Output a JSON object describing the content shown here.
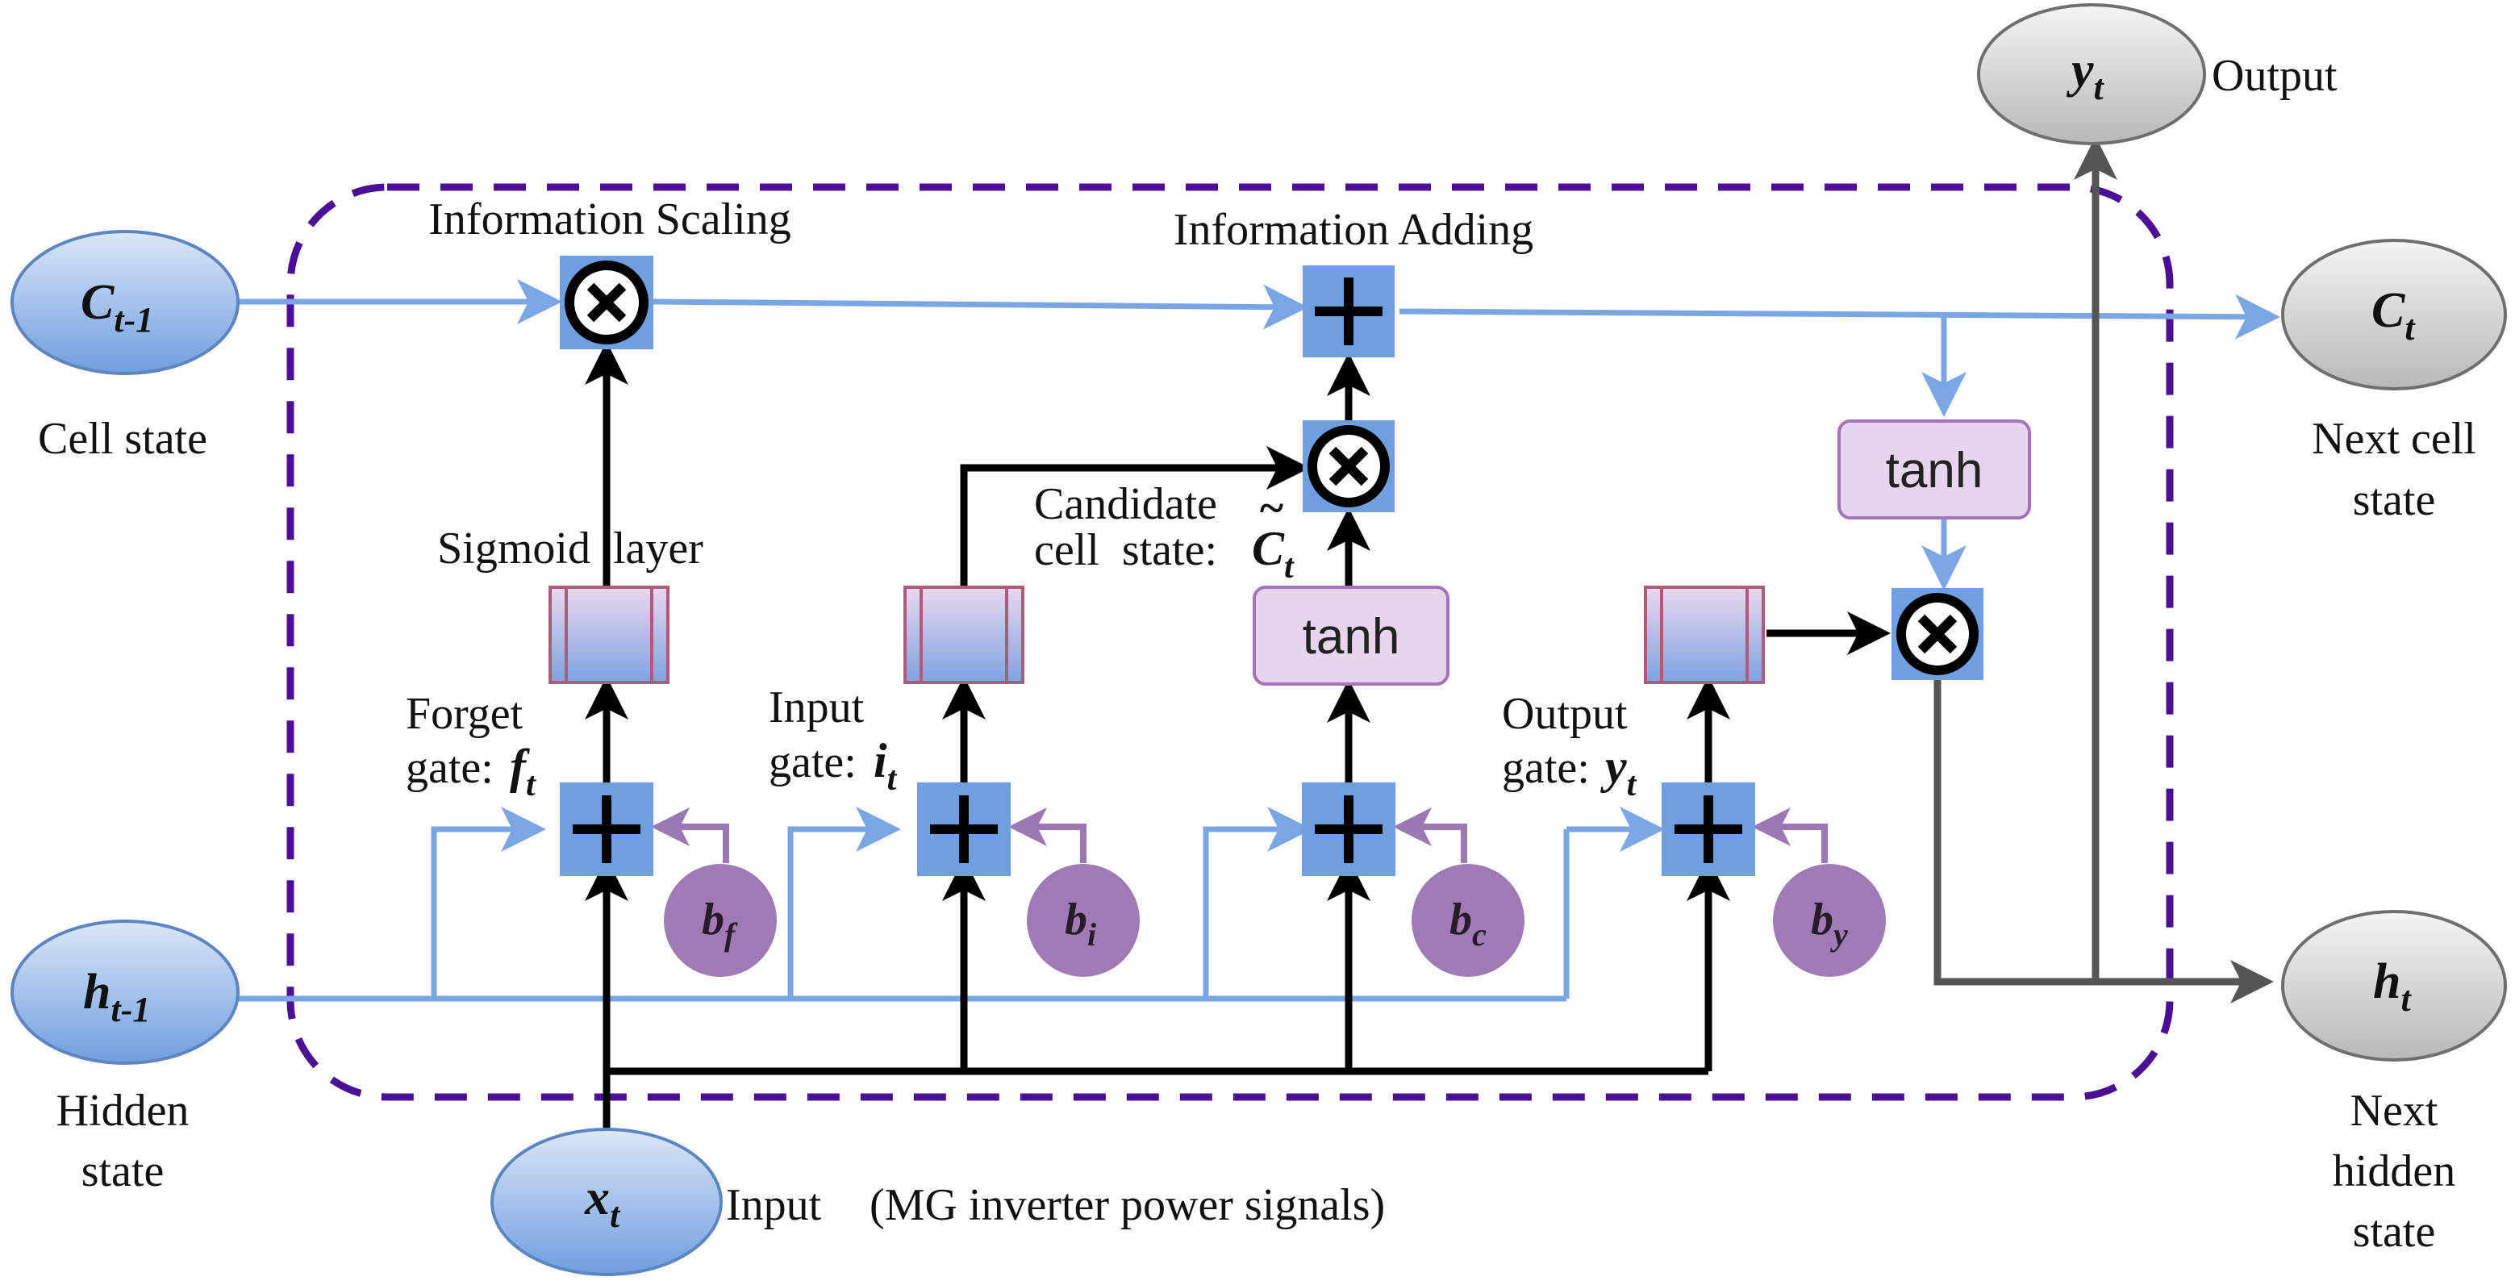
{
  "labels": {
    "cell_state": "Cell state",
    "hidden_state_line1": "Hidden",
    "hidden_state_line2": "state",
    "info_scaling": "Information Scaling",
    "info_adding": "Information Adding",
    "sigmoid_layer": "Sigmoid  layer",
    "candidate_line1": "Candidate",
    "candidate_line2": "cell  state:",
    "candidate_tilde": "~",
    "forget_gate_line1": "Forget",
    "forget_gate_line2": "gate:",
    "input_gate_line1": "Input",
    "input_gate_line2": "gate:",
    "output_gate_line1": "Output",
    "output_gate_line2": "gate:",
    "next_cell_line1": "Next cell",
    "next_cell_line2": "state",
    "next_hidden_line1": "Next",
    "next_hidden_line2": "hidden",
    "next_hidden_line3": "state",
    "output": "Output",
    "input": "Input",
    "input_desc": "(MG inverter power signals)",
    "tanh": "tanh"
  },
  "nodes": {
    "c_prev": {
      "base": "C",
      "sub": "t-1"
    },
    "h_prev": {
      "base": "h",
      "sub": "t-1"
    },
    "x_t": {
      "base": "x",
      "sub": "t"
    },
    "c_t": {
      "base": "C",
      "sub": "t"
    },
    "h_t": {
      "base": "h",
      "sub": "t"
    },
    "y_t": {
      "base": "y",
      "sub": "t"
    }
  },
  "gate_symbols": {
    "forget": {
      "base": "f",
      "sub": "t"
    },
    "input": {
      "base": "i",
      "sub": "t"
    },
    "output": {
      "base": "y",
      "sub": "t"
    },
    "candidate": {
      "base": "C",
      "sub": "t"
    }
  },
  "biases": [
    {
      "base": "b",
      "sub": "f"
    },
    {
      "base": "b",
      "sub": "i"
    },
    {
      "base": "b",
      "sub": "c"
    },
    {
      "base": "b",
      "sub": "y"
    }
  ],
  "colors": {
    "cell_node": "#7ea6e0",
    "output_node": "#c8c8c8",
    "operator_box": "#6f9fe0",
    "blue_line": "#7aa7e3",
    "black_line": "#000000",
    "gray_line": "#555555",
    "bias_circle": "#a07ab5",
    "bias_line": "#9b77b3",
    "tanh_box": "#e6d5ec",
    "dashed_border": "#4b0f96"
  }
}
